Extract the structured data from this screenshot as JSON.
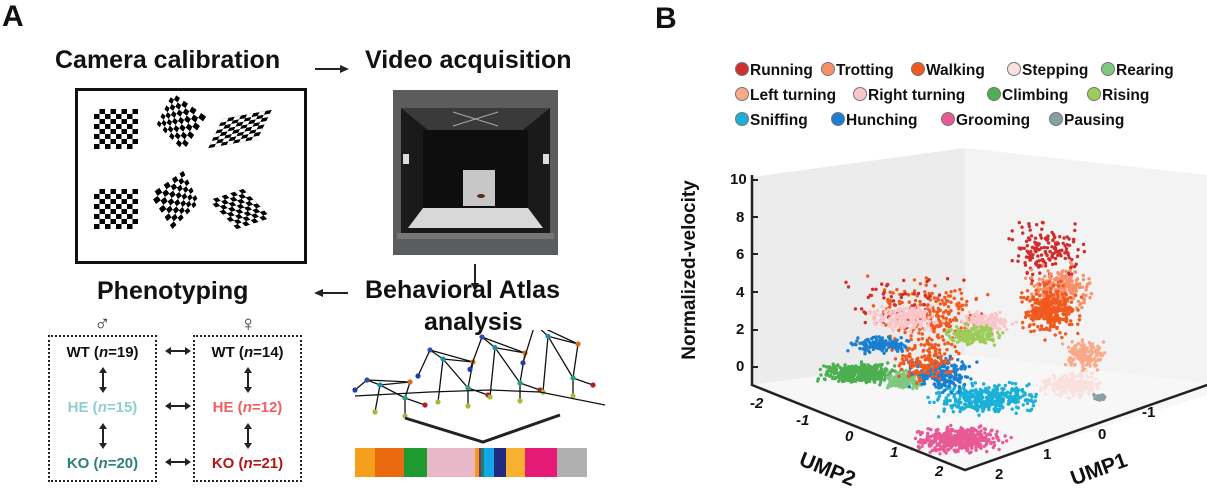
{
  "panel_a": {
    "label": "A",
    "camera_calibration": "Camera calibration",
    "video_acquisition": "Video acquisition",
    "phenotyping": "Phenotyping",
    "atlas_line1": "Behavioral Atlas",
    "atlas_line2": "analysis",
    "male_symbol": "♂",
    "female_symbol": "♀",
    "male_groups": [
      {
        "genotype": "WT",
        "n_label": "n",
        "n": "=19)",
        "open": " (",
        "color": "#111111"
      },
      {
        "genotype": "HE",
        "n_label": "n",
        "n": "=15)",
        "open": " (",
        "color": "#8fcfd0"
      },
      {
        "genotype": "KO",
        "n_label": "n",
        "n": "=20)",
        "open": " (",
        "color": "#2e7f7f"
      }
    ],
    "female_groups": [
      {
        "genotype": "WT",
        "n_label": "n",
        "n": "=14)",
        "open": " (",
        "color": "#111111"
      },
      {
        "genotype": "HE",
        "n_label": "n",
        "n": "=12)",
        "open": " (",
        "color": "#f06060"
      },
      {
        "genotype": "KO",
        "n_label": "n",
        "n": "=21)",
        "open": " (",
        "color": "#b01818"
      }
    ],
    "ethogram_bar": [
      {
        "color": "#f5a01a",
        "share": 8.8
      },
      {
        "color": "#ea6a10",
        "share": 12.5
      },
      {
        "color": "#1f9a30",
        "share": 9.6
      },
      {
        "color": "#e8b8c8",
        "share": 21
      },
      {
        "color": "#f39c12",
        "share": 1.4
      },
      {
        "color": "#7a2d8a",
        "share": 1.2
      },
      {
        "color": "#18826a",
        "share": 1
      },
      {
        "color": "#12a8e8",
        "share": 4.6
      },
      {
        "color": "#1f2a80",
        "share": 5
      },
      {
        "color": "#f8b030",
        "share": 8.2
      },
      {
        "color": "#e81a78",
        "share": 13.7
      },
      {
        "color": "#b0b0b0",
        "share": 13
      }
    ]
  },
  "chart_data": {
    "type": "scatter",
    "panel_label": "B",
    "title": "",
    "projection": "3d",
    "xlabel": "UMP2",
    "ylabel": "UMP1",
    "zlabel": "Normalized-velocity",
    "x_ticks": [
      "-2",
      "-1",
      "0",
      "1",
      "2"
    ],
    "y_ticks": [
      "2",
      "1",
      "0",
      "-1"
    ],
    "z_ticks": [
      "10",
      "8",
      "6",
      "4",
      "2",
      "0"
    ],
    "xlim": [
      -2.5,
      2.5
    ],
    "ylim": [
      -2,
      2.5
    ],
    "zlim": [
      -1,
      10
    ],
    "legend_position": "top",
    "series": [
      {
        "name": "Running",
        "color": "#d22d2d",
        "approx_velocity_range": [
          3,
          8
        ]
      },
      {
        "name": "Trotting",
        "color": "#f8906a",
        "approx_velocity_range": [
          2,
          5
        ]
      },
      {
        "name": "Walking",
        "color": "#f05a1e",
        "approx_velocity_range": [
          0,
          5
        ]
      },
      {
        "name": "Stepping",
        "color": "#fae0de",
        "approx_velocity_range": [
          -1,
          1
        ]
      },
      {
        "name": "Rearing",
        "color": "#7fc97f",
        "approx_velocity_range": [
          -1,
          1
        ]
      },
      {
        "name": "Left turning",
        "color": "#f9a98a",
        "approx_velocity_range": [
          0,
          3
        ]
      },
      {
        "name": "Right turning",
        "color": "#f9c6cc",
        "approx_velocity_range": [
          1,
          4
        ]
      },
      {
        "name": "Climbing",
        "color": "#4caf50",
        "approx_velocity_range": [
          -1,
          1
        ]
      },
      {
        "name": "Rising",
        "color": "#9ccc5a",
        "approx_velocity_range": [
          0,
          2
        ]
      },
      {
        "name": "Sniffing",
        "color": "#1ab0d8",
        "approx_velocity_range": [
          -1,
          2
        ]
      },
      {
        "name": "Hunching",
        "color": "#1a7fd0",
        "approx_velocity_range": [
          -1,
          2
        ]
      },
      {
        "name": "Grooming",
        "color": "#e85a95",
        "approx_velocity_range": [
          -1,
          0
        ]
      },
      {
        "name": "Pausing",
        "color": "#8a9ea8",
        "approx_velocity_range": [
          -1,
          0
        ]
      }
    ]
  }
}
